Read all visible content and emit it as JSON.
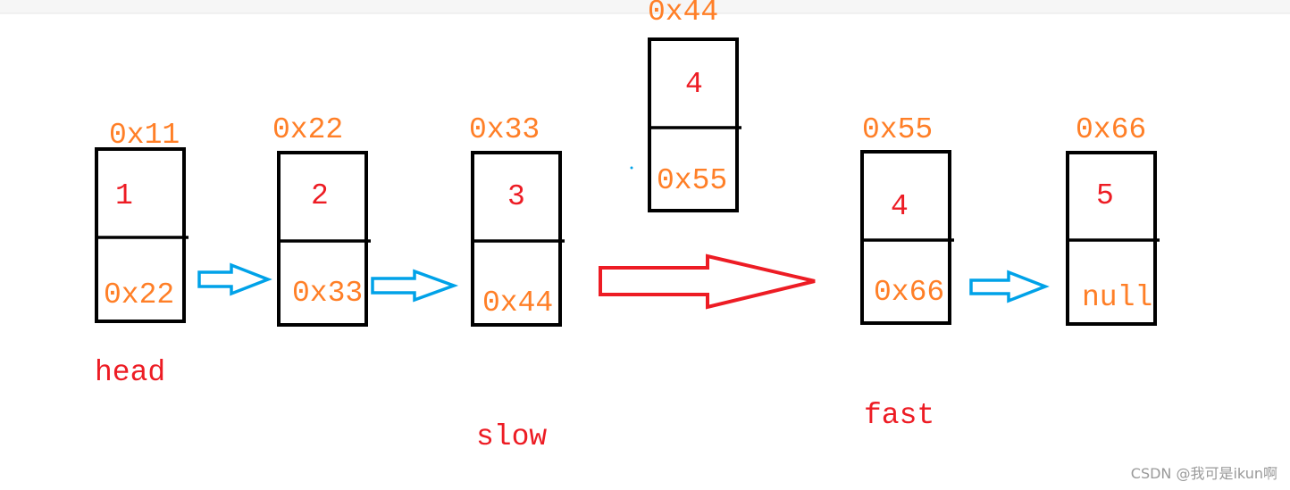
{
  "nodes": [
    {
      "address": "0x11",
      "value": "1",
      "next": "0x22"
    },
    {
      "address": "0x22",
      "value": "2",
      "next": "0x33"
    },
    {
      "address": "0x33",
      "value": "3",
      "next": "0x44"
    },
    {
      "address": "0x44",
      "value": "4",
      "next": "0x55"
    },
    {
      "address": "0x55",
      "value": "4",
      "next": "0x66"
    },
    {
      "address": "0x66",
      "value": "5",
      "next": "null"
    }
  ],
  "labels": {
    "head": "head",
    "slow": "slow",
    "fast": "fast"
  },
  "watermark": "CSDN @我可是ikun啊",
  "colors": {
    "address": "#ff7f27",
    "value": "#ed1c24",
    "pointer_arrow": "#00a2e8",
    "jump_arrow": "#ed1c24",
    "box": "#000000",
    "watermark": "#999999"
  }
}
